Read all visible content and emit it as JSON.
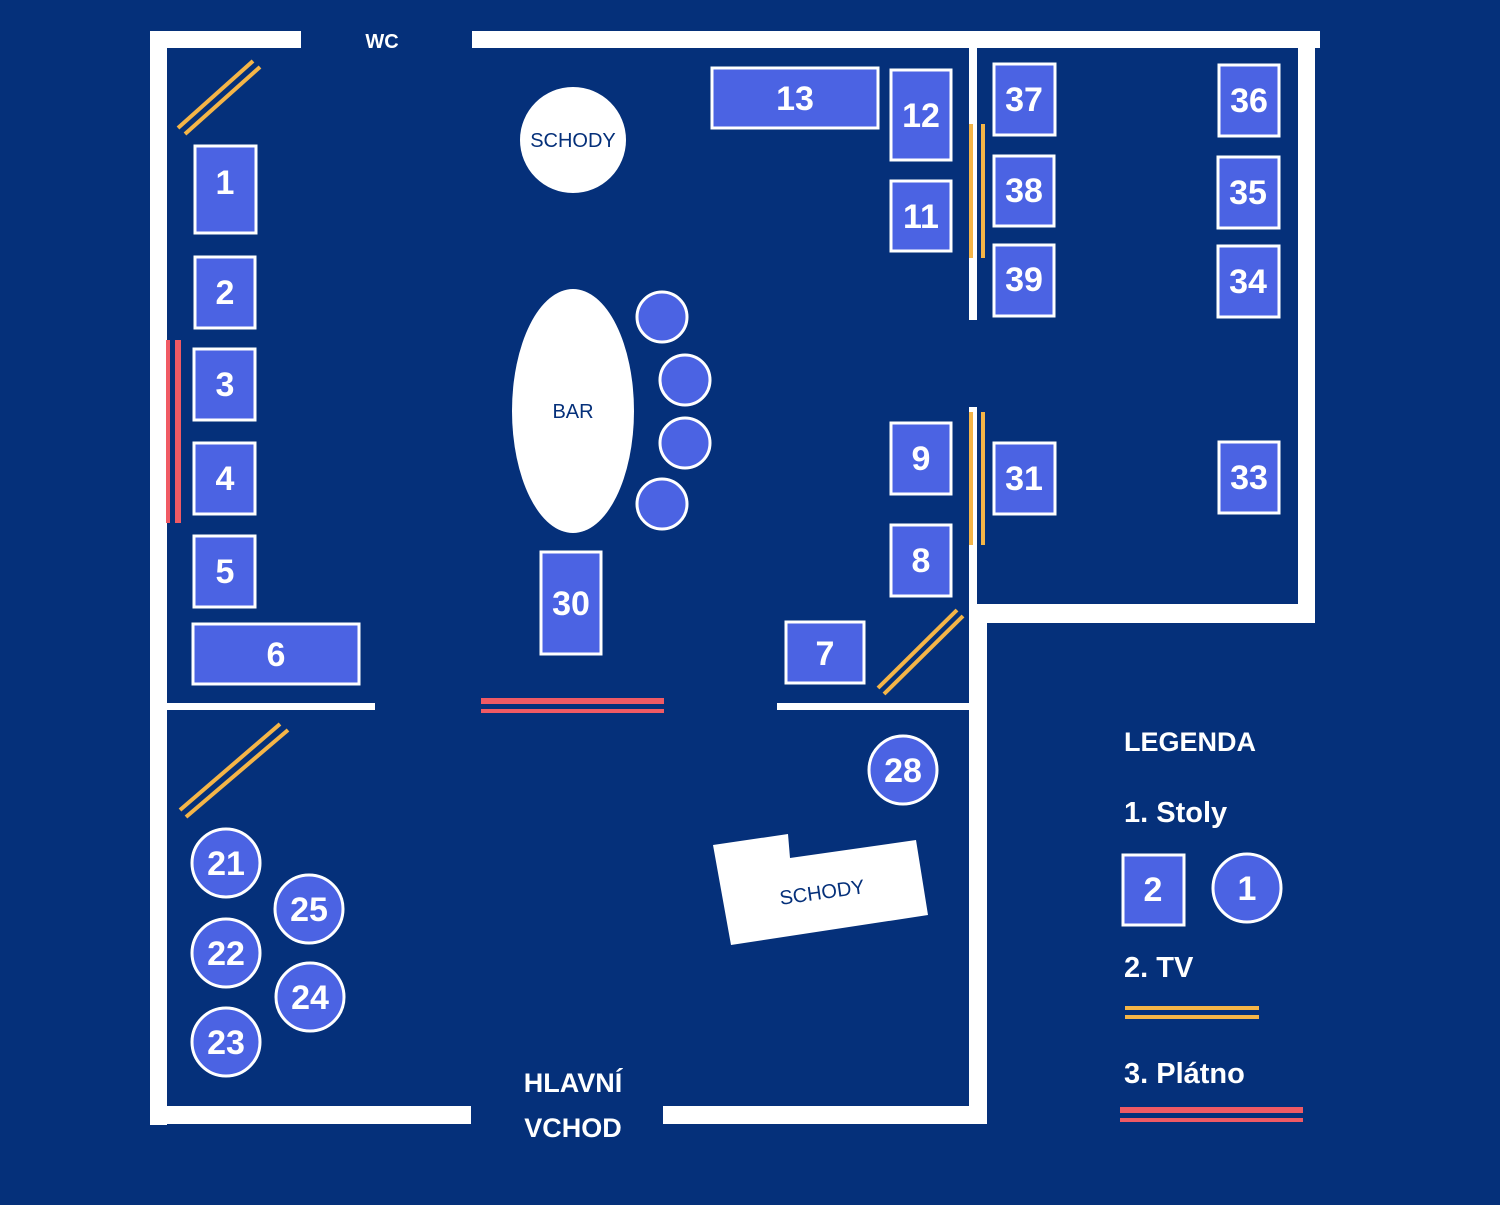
{
  "colors": {
    "background": "#05307a",
    "wall": "#ffffff",
    "table_fill": "#4b63e3",
    "table_border": "#ffffff",
    "tv": "#f5b547",
    "screen": "#f05a64",
    "fixture_text": "#05307a"
  },
  "labels": {
    "wc": "WC",
    "stairs_top": "SCHODY",
    "bar": "BAR",
    "stairs_bottom": "SCHODY",
    "entrance_line1": "HLAVNÍ",
    "entrance_line2": "VCHOD"
  },
  "tables": {
    "t1": "1",
    "t2": "2",
    "t3": "3",
    "t4": "4",
    "t5": "5",
    "t6": "6",
    "t7": "7",
    "t8": "8",
    "t9": "9",
    "t11": "11",
    "t12": "12",
    "t13": "13",
    "t21": "21",
    "t22": "22",
    "t23": "23",
    "t24": "24",
    "t25": "25",
    "t28": "28",
    "t30": "30",
    "t31": "31",
    "t33": "33",
    "t34": "34",
    "t35": "35",
    "t36": "36",
    "t37": "37",
    "t38": "38",
    "t39": "39"
  },
  "legend": {
    "title": "LEGENDA",
    "item1": "1. Stoly",
    "sample_square": "2",
    "sample_circle": "1",
    "item2": "2. TV",
    "item3": "3. Plátno"
  }
}
